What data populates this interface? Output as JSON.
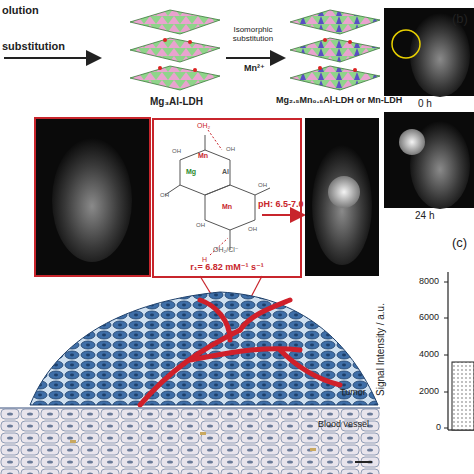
{
  "diagram": {
    "nodes": [
      {
        "text": [
          "r₁= 6.82 mM⁻¹ s⁻¹"
        ]
      }
    ],
    "labels": [
      "olution",
      "substitution",
      "Isomorphic substitution",
      "Mn²⁺",
      "Mg₃Al-LDH",
      "Mg₂.₅Mn₀.₅Al-LDH or Mn-LDH",
      "pH: 6.5-7.0",
      "Tumor",
      "Blood vessel",
      "(b)",
      "0 h",
      "24 h",
      "(c)",
      "Signal Intensity / a.u.",
      "8000",
      "6000",
      "4000",
      "2000",
      "0",
      "OH₂",
      "Mn",
      "Mg",
      "Al",
      "Mn",
      "OH₂/Cl⁻",
      "H",
      "OH",
      "OH",
      "OH",
      "OH",
      "OH",
      "OH"
    ]
  }
}
